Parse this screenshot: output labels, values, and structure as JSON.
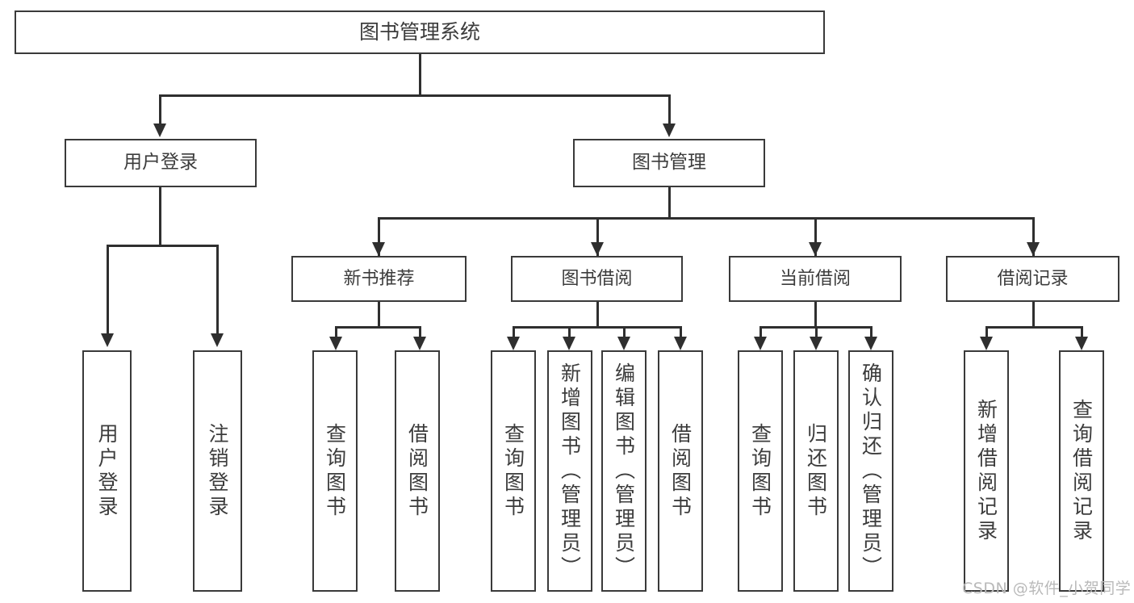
{
  "diagram": {
    "type": "tree",
    "title": "图书管理系统",
    "root": {
      "label": "图书管理系统"
    },
    "level2": [
      {
        "label": "用户登录"
      },
      {
        "label": "图书管理"
      }
    ],
    "level3": [
      {
        "label": "新书推荐"
      },
      {
        "label": "图书借阅"
      },
      {
        "label": "当前借阅"
      },
      {
        "label": "借阅记录"
      }
    ],
    "leaves": {
      "user_login": [
        {
          "label": "用户登录"
        },
        {
          "label": "注销登录"
        }
      ],
      "new_book_recommend": [
        {
          "label": "查询图书"
        },
        {
          "label": "借阅图书"
        }
      ],
      "book_borrow": [
        {
          "label": "查询图书"
        },
        {
          "label": "新增图书（管理员）"
        },
        {
          "label": "编辑图书（管理员）"
        },
        {
          "label": "借阅图书"
        }
      ],
      "current_borrow": [
        {
          "label": "查询图书"
        },
        {
          "label": "归还图书"
        },
        {
          "label": "确认归还（管理员）"
        }
      ],
      "borrow_record": [
        {
          "label": "新增借阅记录"
        },
        {
          "label": "查询借阅记录"
        }
      ]
    }
  },
  "watermark": {
    "text": "CSDN @软件_小贺同学"
  },
  "colors": {
    "box_border": "#3a3a3a",
    "connector": "#2f2f2f",
    "text": "#3c3c3c",
    "background": "#ffffff",
    "watermark": "#b9b9b9"
  }
}
